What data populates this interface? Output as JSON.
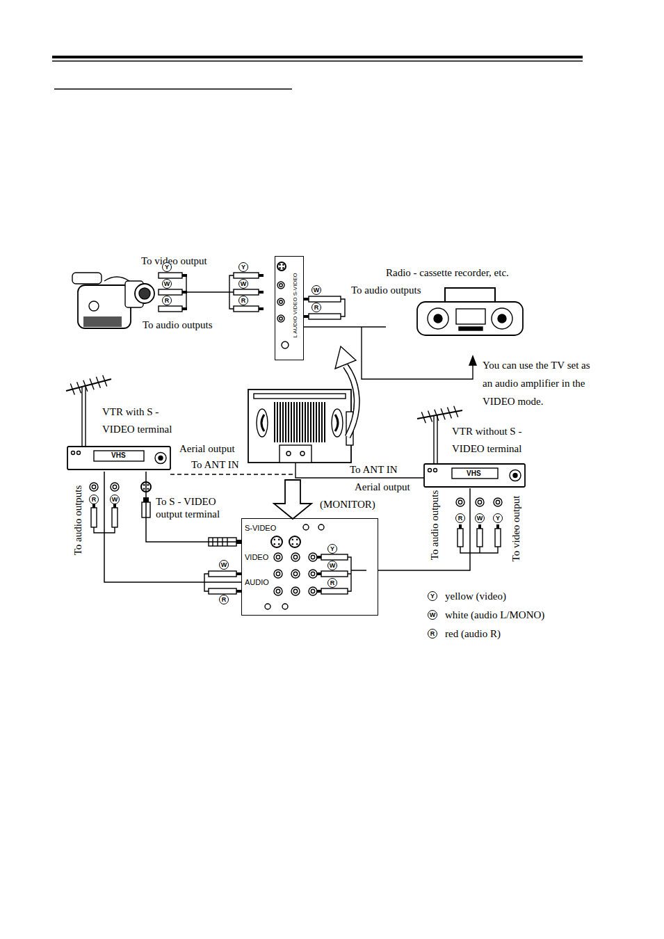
{
  "diagram": {
    "nodes": [
      {
        "text": [
          "L AUDIO VIDEO S-VIDEO"
        ]
      },
      {
        "text": [
          "Radio - cassette recorder, etc."
        ]
      },
      {
        "text": [
          "VTR with S - VIDEO terminal"
        ]
      },
      {
        "text": [
          "VTR without S - VIDEO terminal"
        ]
      },
      {
        "text": [
          "(MONITOR)"
        ]
      }
    ],
    "edges": [
      {
        "from": 2,
        "to": 4,
        "arrow": "none"
      },
      {
        "from": 2,
        "to": 4,
        "arrow": "none"
      },
      {
        "from": 3,
        "to": 4,
        "arrow": "none"
      },
      {
        "from": 1,
        "to": 0,
        "arrow": "none"
      }
    ],
    "labels": [
      "To video output",
      "Y",
      "W",
      "R",
      "To audio outputs",
      "Y",
      "W",
      "R",
      "To audio outputs",
      "W",
      "R",
      "You can use the TV set as an audio amplifier in the VIDEO mode.",
      "Aerial output",
      "To ANT IN",
      "VHS",
      "To ANT IN",
      "Aerial output",
      "VHS",
      "To audio outputs",
      "R",
      "W",
      "To S - VIDEO output terminal",
      "S-VIDEO",
      "VIDEO",
      "W",
      "AUDIO",
      "R",
      "Y",
      "W",
      "R",
      "To audio outputs",
      "R",
      "W",
      "Y",
      "To video output",
      "Y",
      "W",
      "R"
    ],
    "legend": [
      {
        "text": "yellow (video)"
      },
      {
        "text": "white (audio L/MONO)"
      },
      {
        "text": "red (audio R)"
      }
    ]
  }
}
